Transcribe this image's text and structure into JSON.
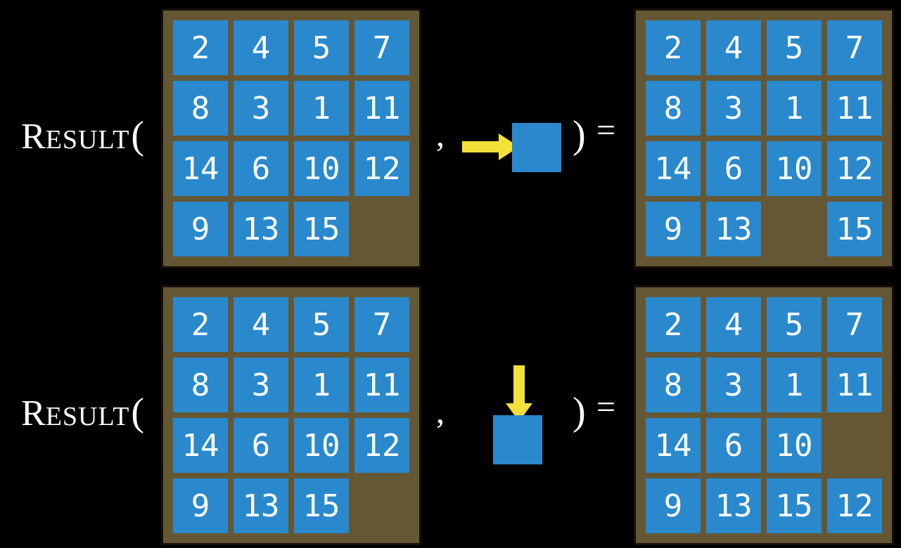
{
  "colors": {
    "tile_blue": "#2a89cd",
    "board_brown": "#655734",
    "board_border": "#15100a",
    "arrow_yellow": "#f3e13a",
    "text_white": "#ffffff"
  },
  "function_label": {
    "initial": "R",
    "rest": "ESULT",
    "open_paren": "("
  },
  "punctuation": {
    "comma": ",",
    "close_paren": ")",
    "equals": "="
  },
  "examples": [
    {
      "id": "slide-right",
      "move": {
        "direction": "right"
      },
      "initial_board": [
        [
          "2",
          "4",
          "5",
          "7"
        ],
        [
          "8",
          "3",
          "1",
          "11"
        ],
        [
          "14",
          "6",
          "10",
          "12"
        ],
        [
          "9",
          "13",
          "15",
          ""
        ]
      ],
      "result_board": [
        [
          "2",
          "4",
          "5",
          "7"
        ],
        [
          "8",
          "3",
          "1",
          "11"
        ],
        [
          "14",
          "6",
          "10",
          "12"
        ],
        [
          "9",
          "13",
          "",
          "15"
        ]
      ]
    },
    {
      "id": "slide-down",
      "move": {
        "direction": "down"
      },
      "initial_board": [
        [
          "2",
          "4",
          "5",
          "7"
        ],
        [
          "8",
          "3",
          "1",
          "11"
        ],
        [
          "14",
          "6",
          "10",
          "12"
        ],
        [
          "9",
          "13",
          "15",
          ""
        ]
      ],
      "result_board": [
        [
          "2",
          "4",
          "5",
          "7"
        ],
        [
          "8",
          "3",
          "1",
          "11"
        ],
        [
          "14",
          "6",
          "10",
          ""
        ],
        [
          "9",
          "13",
          "15",
          "12"
        ]
      ]
    }
  ]
}
